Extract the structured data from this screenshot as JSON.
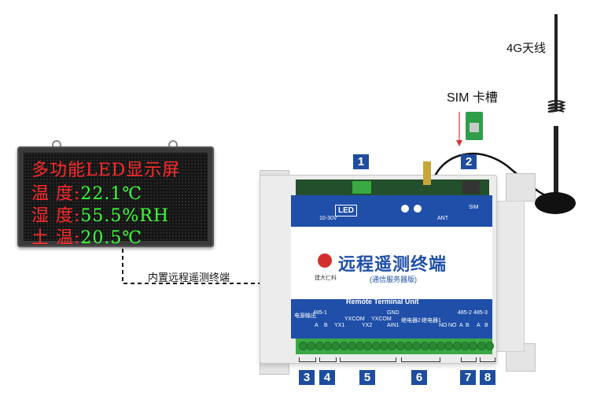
{
  "led_display": {
    "title": "多功能LED显示屏",
    "row1_label": "温  度:",
    "row1_value": "22.1℃",
    "row2_label": "湿  度:",
    "row2_value": "55.5%RH",
    "row3_label": "土  温:",
    "row3_value": "20.5℃"
  },
  "captions": {
    "built_in": "内置远程遥测终端",
    "antenna": "4G天线",
    "sim": "SIM 卡槽"
  },
  "device": {
    "power_label": "10-30V",
    "led_label": "LED",
    "ant_label": "ANT",
    "sim_label": "SIM",
    "brand": "远程遥测终端",
    "subtitle": "(通信服务器版)",
    "company": "建大仁科",
    "english": "Remote Terminal Unit",
    "terminal_labels": [
      "电源输出",
      "485-1",
      "A",
      "B",
      "YX1",
      "YXCOM",
      "YX2",
      "YXCOM",
      "AIN1",
      "GND",
      "继电器2",
      "继电器1",
      "NO",
      "NO",
      "485-2",
      "A",
      "B",
      "485-3",
      "A",
      "B"
    ]
  },
  "callouts": [
    "1",
    "2",
    "3",
    "4",
    "5",
    "6",
    "7",
    "8"
  ],
  "colors": {
    "brand_blue": "#1f4fa8",
    "led_red": "#ff2a2a",
    "led_green": "#3dff3d",
    "terminal_green": "#3aa843"
  }
}
